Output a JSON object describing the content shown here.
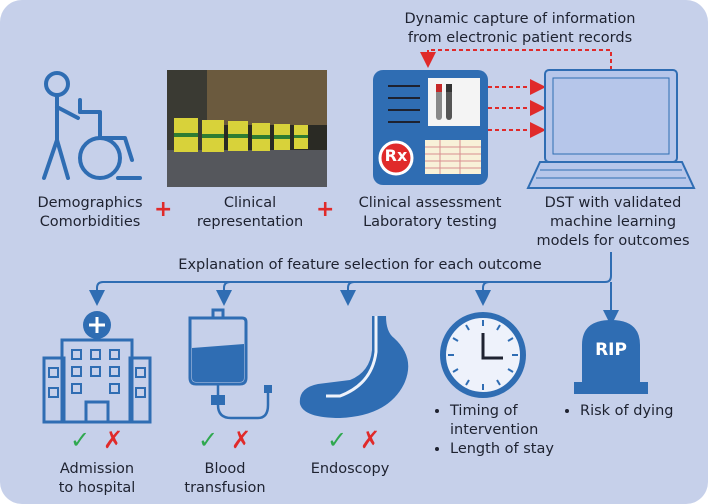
{
  "header": {
    "line1": "Dynamic capture of information",
    "line2": "from electronic patient records"
  },
  "inputs": {
    "demographics": {
      "line1": "Demographics",
      "line2": "Comorbidities"
    },
    "clinical": {
      "line1": "Clinical",
      "line2": "representation"
    },
    "assessment": {
      "line1": "Clinical assessment",
      "line2": "Laboratory testing"
    },
    "dst": {
      "line1": "DST with validated",
      "line2": "machine learning",
      "line3": "models for outcomes"
    },
    "plus": "+",
    "rx": "Rx"
  },
  "explanation": "Explanation of feature selection for each outcome",
  "outcomes": {
    "admission": {
      "line1": "Admission",
      "line2": "to hospital"
    },
    "blood": {
      "line1": "Blood",
      "line2": "transfusion"
    },
    "endoscopy": "Endoscopy",
    "timing": {
      "item1a": "Timing of",
      "item1b": "intervention",
      "item2": "Length of stay"
    },
    "risk": "Risk of dying",
    "rip": "RIP",
    "check": "✓",
    "cross": "✗"
  },
  "colors": {
    "background": "#c6d0ea",
    "accent": "#e02a2a",
    "icon_blue": "#2f6db3",
    "check": "#2fa84f"
  }
}
